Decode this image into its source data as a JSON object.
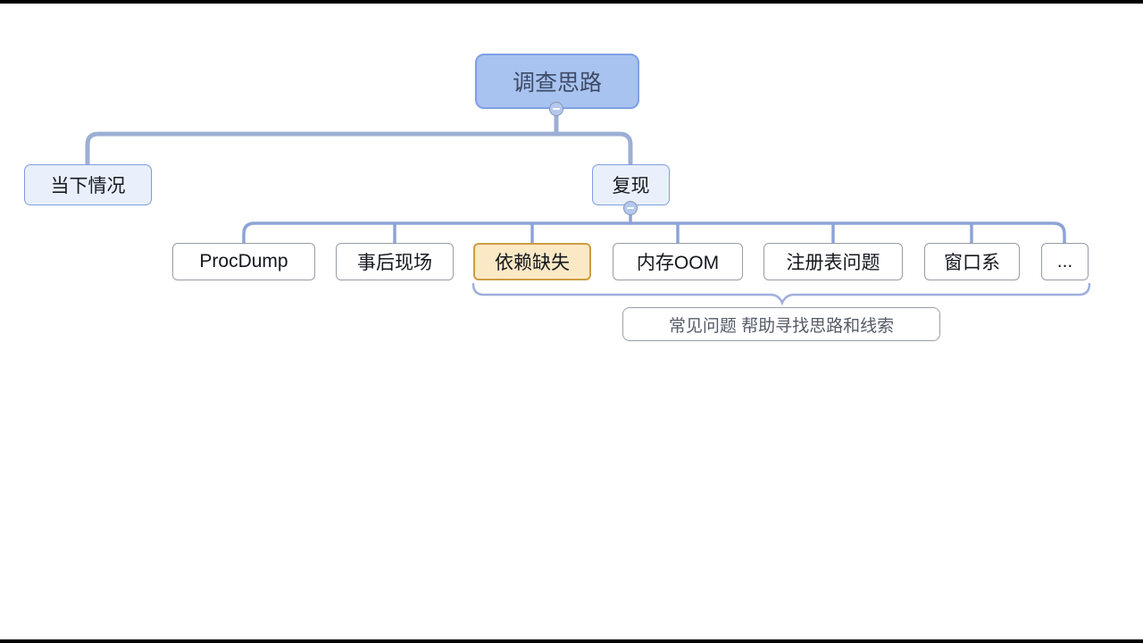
{
  "canvas": {
    "background": "#ffffff",
    "letterbox_color": "#000000"
  },
  "mindmap": {
    "root": {
      "label": "调查思路",
      "collapse_icon": "minus-circle"
    },
    "level2": [
      {
        "label": "当下情况"
      },
      {
        "label": "复现",
        "collapse_icon": "minus-circle"
      }
    ],
    "level3": [
      {
        "label": "ProcDump"
      },
      {
        "label": "事后现场"
      },
      {
        "label": "依赖缺失",
        "highlighted": true
      },
      {
        "label": "内存OOM"
      },
      {
        "label": "注册表问题"
      },
      {
        "label": "窗口系"
      },
      {
        "label": "..."
      }
    ],
    "summary": {
      "label": "常见问题 帮助寻找思路和线索"
    }
  },
  "colors": {
    "root_fill": "#A8C3EF",
    "root_border": "#7FA0E6",
    "root_text": "#3E4A66",
    "level2_fill": "#E9F0FC",
    "level2_border": "#7F9CE2",
    "level3_fill": "#FFFFFF",
    "level3_border": "#979CA6",
    "highlight_fill": "#FBE8C5",
    "highlight_border": "#CE9B41",
    "branch_level2": "#9CAFD4",
    "branch_level3": "#8DA3D8",
    "summary_brace": "#9FAEDC",
    "summary_text": "#555C68"
  }
}
